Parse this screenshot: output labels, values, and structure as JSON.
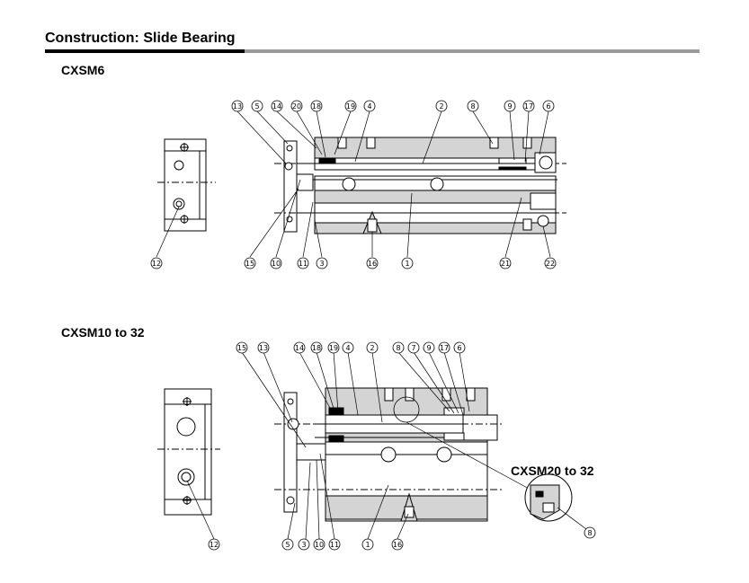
{
  "title": "Construction: Slide Bearing",
  "models": {
    "top": "CXSM6",
    "bottom": "CXSM10 to 32",
    "detail": "CXSM20 to 32"
  },
  "colors": {
    "body_fill": "#d4d4d4",
    "line": "#000000",
    "rule_black": "#000000",
    "rule_grey": "#9a9a9a"
  },
  "callouts": {
    "top": [
      "13",
      "5",
      "14",
      "20",
      "18",
      "19",
      "4",
      "2",
      "8",
      "9",
      "17",
      "6",
      "12",
      "15",
      "10",
      "11",
      "3",
      "16",
      "1",
      "21",
      "22"
    ],
    "bottom": [
      "15",
      "13",
      "14",
      "18",
      "19",
      "4",
      "2",
      "8",
      "7",
      "9",
      "17",
      "6",
      "12",
      "5",
      "3",
      "10",
      "11",
      "1",
      "16"
    ],
    "detail": [
      "8"
    ]
  }
}
